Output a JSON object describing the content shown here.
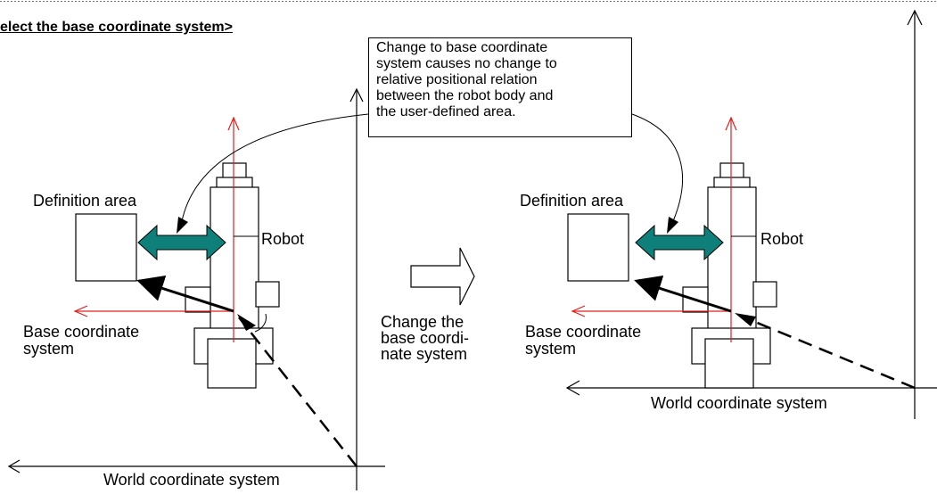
{
  "title": "elect the base coordinate system>",
  "note": {
    "lines": [
      "Change to base coordinate",
      "system causes no change to",
      "relative positional relation",
      "between the robot body and",
      "the user-defined area."
    ]
  },
  "left": {
    "definition_area": "Definition area",
    "robot": "Robot",
    "base_coordinate": [
      "Base coordinate",
      "system"
    ],
    "world_coordinate": "World coordinate system"
  },
  "center": {
    "lines": [
      "Change the",
      "base coordi-",
      "nate system"
    ]
  },
  "right": {
    "definition_area": "Definition area",
    "robot": "Robot",
    "base_coordinate": [
      "Base coordinate",
      "system"
    ],
    "world_coordinate": "World coordinate system"
  },
  "colors": {
    "axis_red": "#e02020",
    "teal_arrow": "#0f7f7a",
    "line_black": "#000000"
  }
}
